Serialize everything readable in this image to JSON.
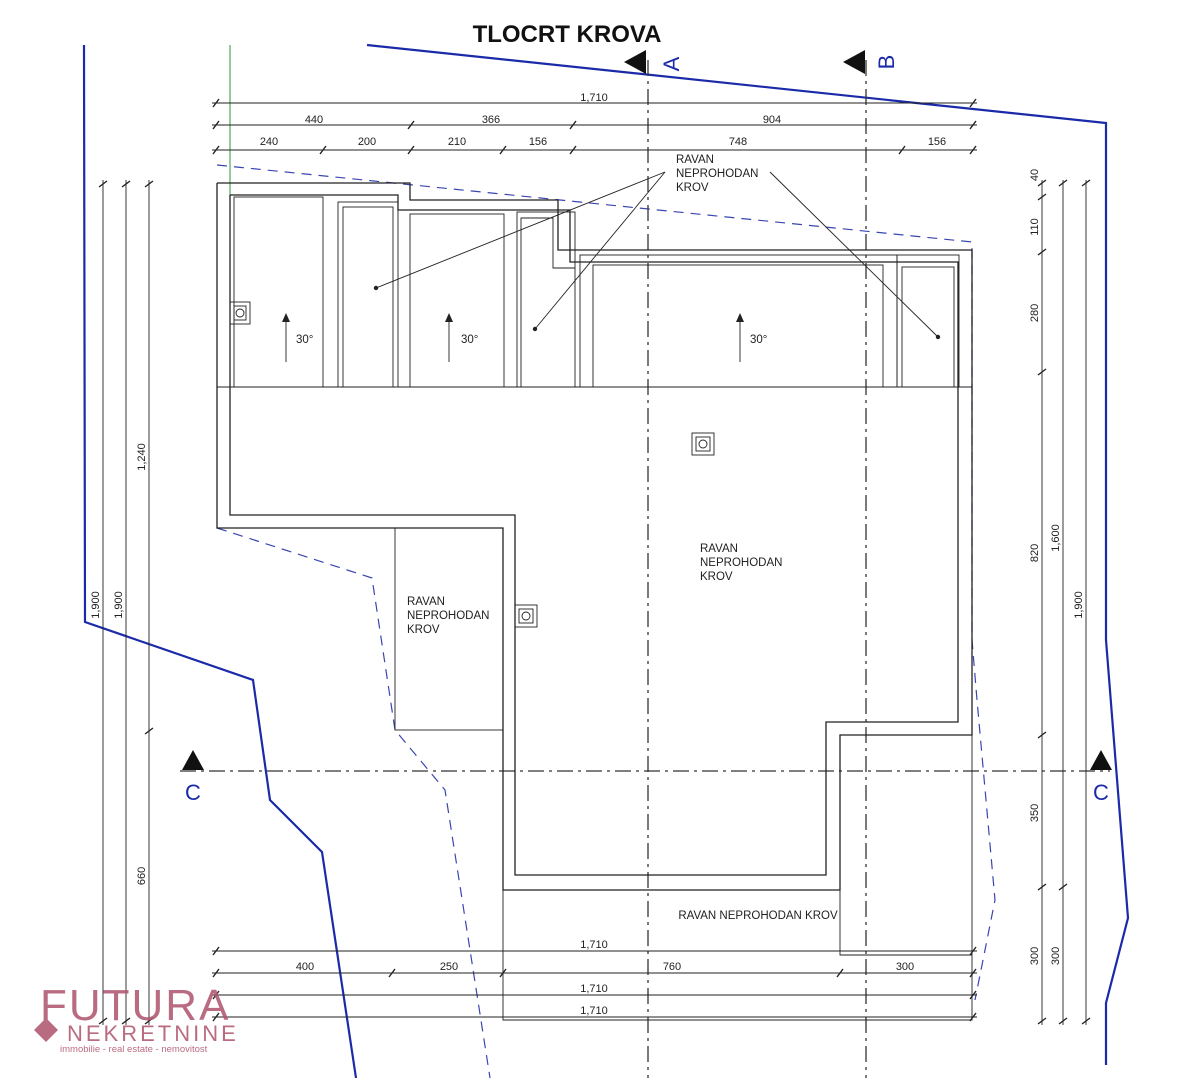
{
  "title": "TLOCRT KROVA",
  "sections": {
    "a": "A",
    "b": "B",
    "c_left": "C",
    "c_right": "C"
  },
  "dims_top": {
    "total": "1,710",
    "row2": [
      "440",
      "366",
      "904"
    ],
    "row3": [
      "240",
      "200",
      "210",
      "156",
      "748",
      "156"
    ]
  },
  "dims_bottom": {
    "total_1": "1,710",
    "row": [
      "400",
      "250",
      "760",
      "300"
    ],
    "total_2": "1,710",
    "total_3": "1,710"
  },
  "dims_left": {
    "outer_1": "1,900",
    "outer_2": "1,900",
    "upper": "1,240",
    "lower": "660"
  },
  "dims_right": {
    "chain": [
      "40",
      "110",
      "280",
      "820",
      "350",
      "300"
    ],
    "mid": {
      "upper": "1,600",
      "lower": "300"
    },
    "outer": "1,900"
  },
  "labels": {
    "top_roof": [
      "RAVAN",
      "NEPROHODAN",
      "KROV"
    ],
    "center_roof": [
      "RAVAN",
      "NEPROHODAN",
      "KROV"
    ],
    "left_roof": [
      "RAVAN",
      "NEPROHODAN",
      "KROV"
    ],
    "bottom_roof": "RAVAN NEPROHODAN KROV",
    "slope_1": "30°",
    "slope_2": "30°",
    "slope_3": "30°"
  },
  "logo": {
    "name": "FUTURA",
    "subtitle": "NEKRETNINE",
    "tagline": "immobilie - real estate - nemovitost"
  },
  "colors": {
    "plot_line": "#1a2aa8",
    "drawing": "#222222",
    "logo": "#b05870"
  }
}
